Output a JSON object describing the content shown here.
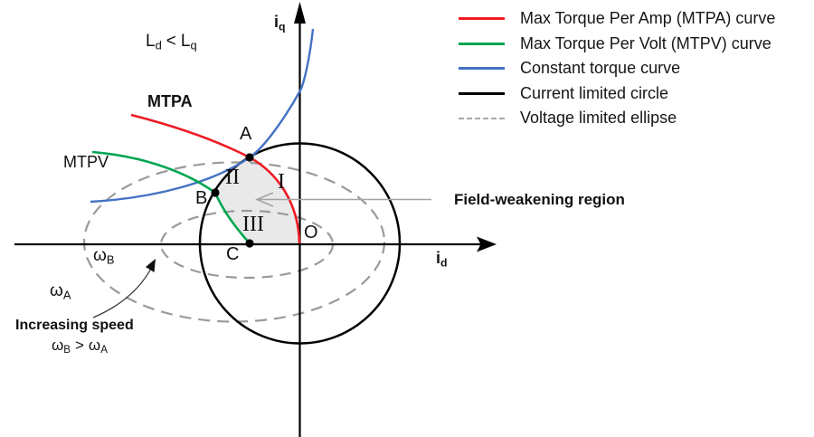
{
  "colors": {
    "mtpa": "#ed1c24",
    "mtpv": "#00a651",
    "torque": "#4472c4",
    "circle": "#000000",
    "ellipse": "#9a9a9a",
    "region_fill": "#e9e9e9",
    "gray_arrow": "#a3a3a3",
    "speed_arrow": "#3a3a3a"
  },
  "legend": {
    "items": [
      {
        "label": "Max Torque Per Amp (MTPA) curve",
        "color": "#ed1c24",
        "style": "solid"
      },
      {
        "label": "Max Torque Per Volt (MTPV) curve",
        "color": "#00a651",
        "style": "solid"
      },
      {
        "label": "Constant torque curve",
        "color": "#4472c4",
        "style": "solid"
      },
      {
        "label": "Current limited circle",
        "color": "#000000",
        "style": "solid"
      },
      {
        "label": "Voltage limited ellipse",
        "color": "#a8a8a8",
        "style": "dashed"
      }
    ]
  },
  "axes": {
    "y_label": {
      "base": "i",
      "sub": "q"
    },
    "x_label": {
      "base": "i",
      "sub": "d"
    }
  },
  "annotations": {
    "inductance": {
      "base1": "L",
      "sub1": "d",
      "rel": "<",
      "base2": "L",
      "sub2": "q"
    },
    "mtpa_label": "MTPA",
    "mtpv_label": "MTPV",
    "field_weakening": "Field-weakening region",
    "increasing_speed": "Increasing speed",
    "speed_relation": {
      "base1": "ω",
      "sub1": "B",
      "rel": ">",
      "base2": "ω",
      "sub2": "A"
    },
    "omega_b": {
      "base": "ω",
      "sub": "B"
    },
    "omega_a": {
      "base": "ω",
      "sub": "A"
    }
  },
  "points": {
    "a": "A",
    "b": "B",
    "c": "C",
    "o": "O"
  },
  "regions": {
    "one": "I",
    "two": "II",
    "three": "III"
  }
}
